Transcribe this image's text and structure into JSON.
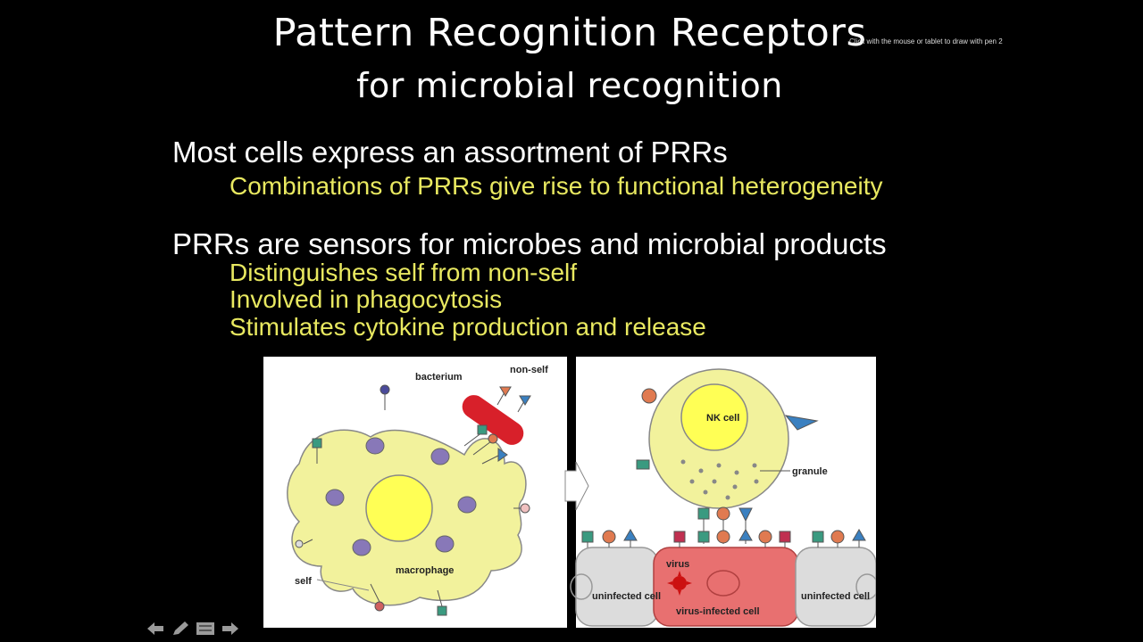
{
  "slide": {
    "title_line1": "Pattern Recognition Receptors",
    "title_line2": "for microbial recognition",
    "pen_hint": "Click with the mouse or tablet to draw with pen 2",
    "bullets": [
      {
        "text": "Most cells express an assortment of PRRs",
        "subs": [
          "Combinations of PRRs give rise to functional heterogeneity"
        ]
      },
      {
        "text": "PRRs are sensors for microbes and microbial products",
        "subs": [
          "Distinguishes self from non-self",
          "Involved in phagocytosis",
          "Stimulates cytokine production and release"
        ]
      }
    ]
  },
  "figure": {
    "left_panel": {
      "bacterium": "bacterium",
      "non_self": "non-self",
      "macrophage": "macrophage",
      "self": "self"
    },
    "right_panel": {
      "nk_cell": "NK cell",
      "granule": "granule",
      "virus": "virus",
      "uninfected_left": "uninfected cell",
      "infected": "virus-infected cell",
      "uninfected_right": "uninfected cell"
    },
    "colors": {
      "cell_yellow": "#f2f29c",
      "nucleus": "#ffff55",
      "vesicle": "#8878b8",
      "bacterium_red": "#d8202a",
      "infected_red": "#e87070",
      "uninfected_gray": "#dcdcdc"
    }
  },
  "controls": {
    "icons": [
      "back-arrow-icon",
      "pen-icon",
      "menu-icon",
      "forward-arrow-icon"
    ]
  }
}
